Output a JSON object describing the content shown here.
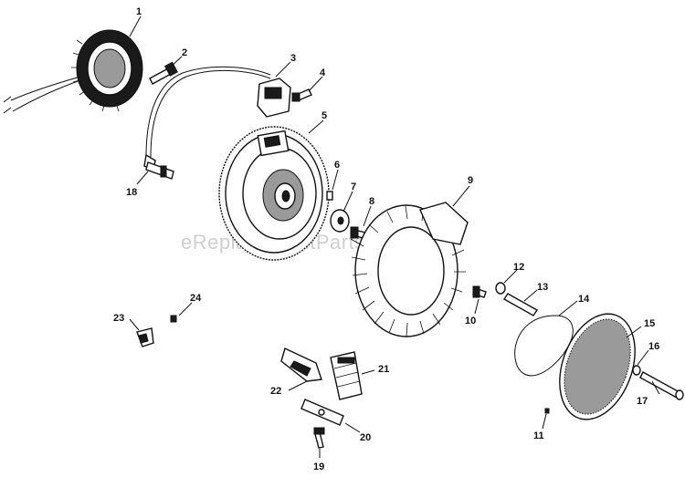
{
  "watermark": "eReplacementParts.com",
  "colors": {
    "ink": "#111111",
    "watermark": "#cfcfcf",
    "background": "#ffffff"
  },
  "callouts": [
    "1",
    "2",
    "3",
    "4",
    "5",
    "6",
    "7",
    "8",
    "9",
    "10",
    "11",
    "12",
    "13",
    "14",
    "15",
    "16",
    "17",
    "18",
    "19",
    "20",
    "21",
    "22",
    "23",
    "24"
  ]
}
